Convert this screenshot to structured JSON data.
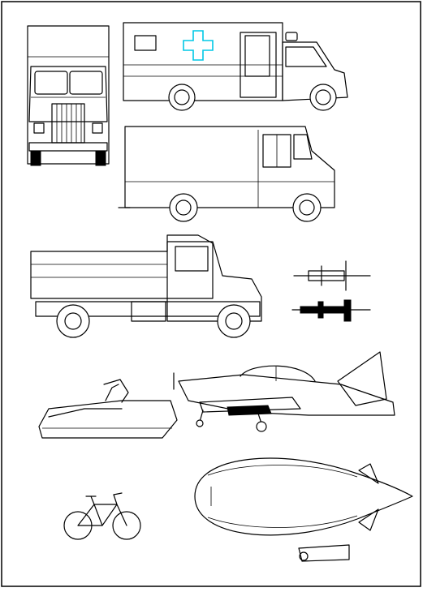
{
  "drawing": {
    "accent_color": "#00c8e6",
    "line_color": "#000000",
    "background": "#ffffff",
    "vehicles": [
      {
        "id": "box-truck-front",
        "kind": "box truck, front view"
      },
      {
        "id": "ambulance",
        "kind": "ambulance, side view"
      },
      {
        "id": "delivery-van",
        "kind": "step van, side view"
      },
      {
        "id": "dump-truck",
        "kind": "dump truck, side view"
      },
      {
        "id": "jet-plan",
        "kind": "jet aircraft, top/bottom view"
      },
      {
        "id": "jet-ski",
        "kind": "personal watercraft, side view"
      },
      {
        "id": "propeller-plane",
        "kind": "propeller aircraft, side view"
      },
      {
        "id": "blimp",
        "kind": "airship, side view"
      },
      {
        "id": "bicycle",
        "kind": "bicycle, side view"
      }
    ]
  }
}
